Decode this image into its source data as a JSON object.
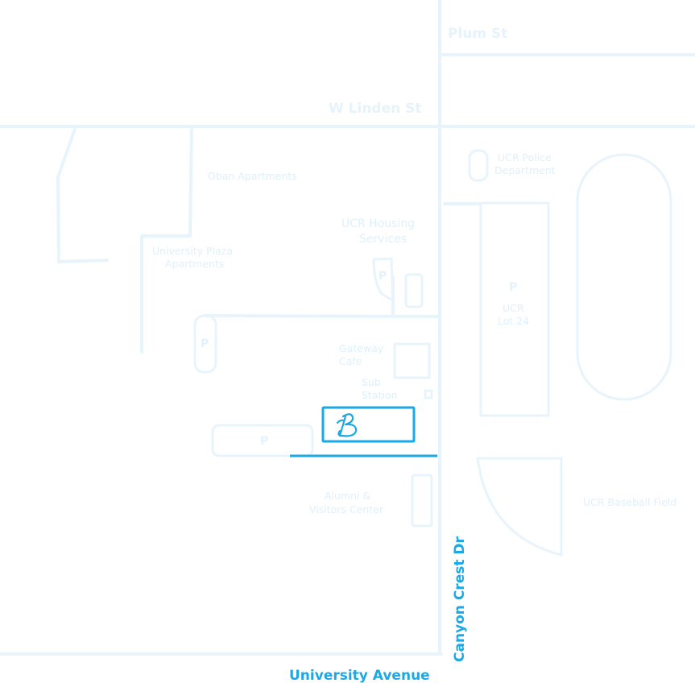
{
  "map": {
    "streets": {
      "plum": "Plum St",
      "linden": "W Linden St",
      "canyon_crest": "Canyon Crest Dr",
      "university": "University Avenue"
    },
    "places": {
      "oban_apartments": "Oban Apartments",
      "university_plaza_1": "University Plaza",
      "university_plaza_2": "Apartments",
      "housing_1": "UCR Housing",
      "housing_2": "Services",
      "police_1": "UCR Police",
      "police_2": "Department",
      "lot24_1": "UCR",
      "lot24_2": "Lot 24",
      "gateway_1": "Gateway",
      "gateway_2": "Cafe",
      "sub_1": "Sub",
      "sub_2": "Station",
      "alumni_1": "Alumni &",
      "alumni_2": "Visitors Center",
      "baseball": "UCR Baseball Field"
    },
    "parking_label": "P",
    "colors": {
      "highlight": "#1ba8e6",
      "faint": "#e8f4fb"
    },
    "marker_icon": "b-logo-icon"
  }
}
